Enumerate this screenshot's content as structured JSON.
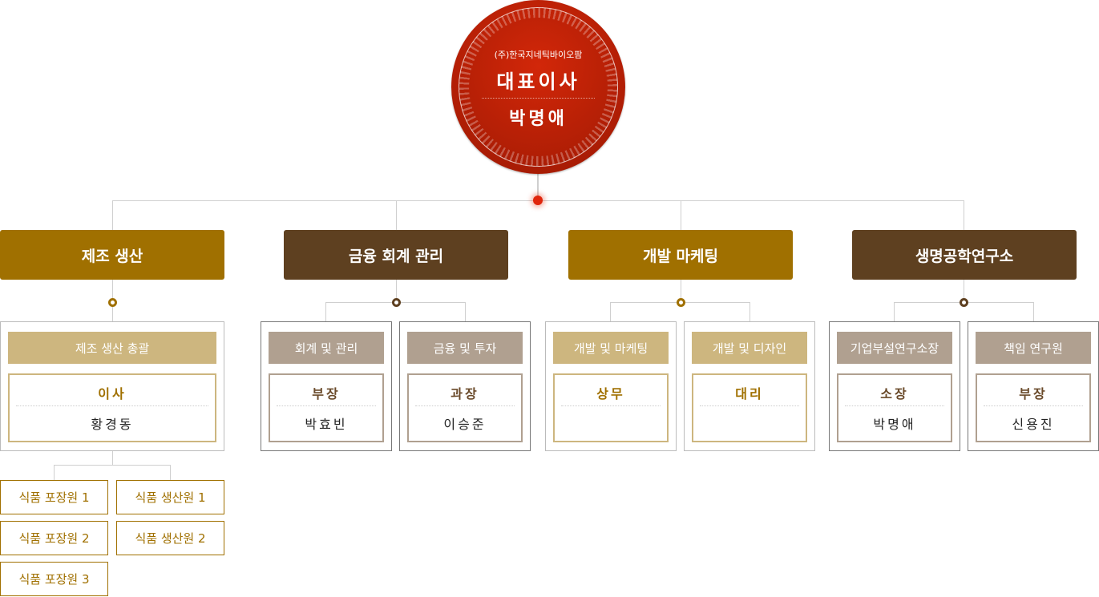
{
  "ceo": {
    "company": "(주)한국지네틱바이오팜",
    "title": "대표이사",
    "name": "박명애"
  },
  "departments": [
    {
      "name": "제조 생산",
      "units": [
        {
          "header": "제조 생산 총괄",
          "role": "이사",
          "person": "황경동"
        }
      ],
      "staff": [
        "식품 포장원 1",
        "식품 생산원 1",
        "식품 포장원 2",
        "식품 생산원 2",
        "식품 포장원 3"
      ]
    },
    {
      "name": "금융 회계 관리",
      "units": [
        {
          "header": "회계 및 관리",
          "role": "부장",
          "person": "박효빈"
        },
        {
          "header": "금융 및 투자",
          "role": "과장",
          "person": "이승준"
        }
      ]
    },
    {
      "name": "개발 마케팅",
      "units": [
        {
          "header": "개발 및 마케팅",
          "role": "상무",
          "person": ""
        },
        {
          "header": "개발 및 디자인",
          "role": "대리",
          "person": ""
        }
      ]
    },
    {
      "name": "생명공학연구소",
      "units": [
        {
          "header": "기업부설연구소장",
          "role": "소장",
          "person": "박명애"
        },
        {
          "header": "책임 연구원",
          "role": "부장",
          "person": "신용진"
        }
      ]
    }
  ]
}
